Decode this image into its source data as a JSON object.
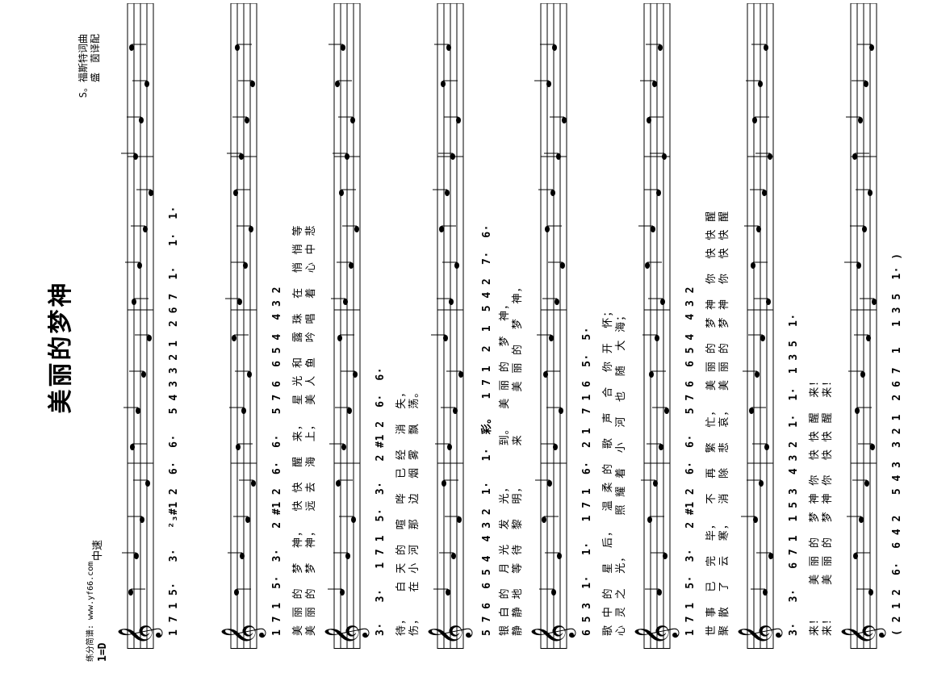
{
  "title": "美丽的梦神",
  "source": "练分简谱: www.yf66.com",
  "credits": [
    "S。福斯特词曲",
    "盛　茵译配"
  ],
  "tempo": "中速",
  "key": "1=D",
  "clef_icon": "treble-clef-icon",
  "systems": [
    {
      "numbers": "1 7 1 5·   3·   ²₃#1 2  6·  6·   5 4 3 3 2 1  2 6 7  1·   1·  1·",
      "lyrics": [
        "",
        ""
      ]
    },
    {
      "numbers": "1 7 1  5·  3·   2 #1 2  6·  6·   5 7 6  6 5 4  4 3 2",
      "lyrics": [
        "美 丽 的  梦  神，  快 快  醒  来，  星 光 和  露 珠  在  悄 悄 等",
        "美 丽 的  梦  神，  远 去  海  上，  美 人 鱼  吟 唱  着  心 中 悲"
      ]
    },
    {
      "numbers": "3·   3·   1 7 1  5·  3·   2 #1 2  6·  6·",
      "lyrics": [
        "待，   白 天 的  喧  哗  已 经  消  失，",
        "伤，   在 小 河  那  边  烟 雾  飘  荡。"
      ]
    },
    {
      "numbers": "5 7 6  6 5 4  4 3 2  1·   1·  彩。  1 7 1  2  1  5 4 2  7·  6·",
      "lyrics": [
        "银 白 的  月 光  发  光，     到。  美 丽 的  梦  神，",
        "静 静 地  等 待  黎  明，     来      美 丽 的  梦  神，"
      ]
    },
    {
      "numbers": "6 5 3  1·   1·   1 7 1  6·  2 1  7 1 6  5·  5·",
      "lyrics": [
        "歌 中 的  星  后，  温 柔 的  歌  声  合  你 开  怀；",
        "心 灵 之  光，     照 耀 着  小  河  也  随  大 海；"
      ]
    },
    {
      "numbers": "1 7 1  5·  3·   2 #1 2  6·  6·   5 7 6  6 5 4  4 3 2",
      "lyrics": [
        "世 事  已  完  毕，  不  再  繁  忙，  美 丽 的  梦 神  你  快 快 醒",
        "聚 散  了  云  寒，  消  除  悲  哀，  美 丽 的  梦 神  你  快 快 醒"
      ]
    },
    {
      "numbers": "3·   3·   6 7 1  1 5 3  4 3 2  1·  1·  1 3 5  1·",
      "lyrics": [
        "来！    美 丽 的  梦 神 你  快 快 醒  来！",
        "来！    美 丽 的  梦 神 你  快 快 醒  来！"
      ]
    },
    {
      "numbers": "( 2 1 2  6·  6 4 2   5 4 3  3 2 1  2 6 7  1   1 3 5  1· )",
      "lyrics": [
        "",
        ""
      ]
    }
  ]
}
